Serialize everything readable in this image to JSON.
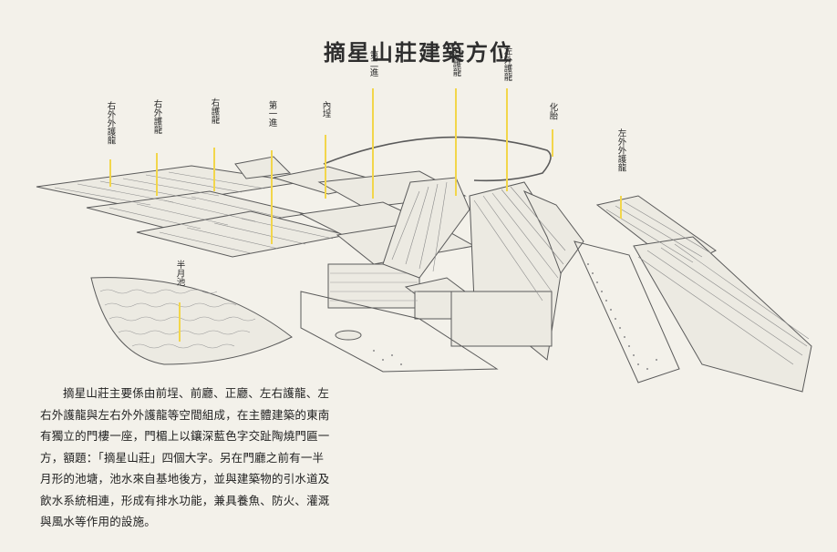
{
  "title": "摘星山莊建築方位",
  "labels": [
    {
      "id": "right-outer-guard-dragon",
      "text": "右外外護龍"
    },
    {
      "id": "right-outer-guard-dragon-2",
      "text": "右外護龍"
    },
    {
      "id": "right-guard-dragon",
      "text": "右護龍"
    },
    {
      "id": "first-courtyard",
      "text": "第一進"
    },
    {
      "id": "inner-courtyard",
      "text": "內埕"
    },
    {
      "id": "second-courtyard",
      "text": "第二進"
    },
    {
      "id": "left-guard-dragon",
      "text": "左護龍"
    },
    {
      "id": "left-outer-guard-dragon",
      "text": "左外護龍"
    },
    {
      "id": "septic-tank",
      "text": "化胎"
    },
    {
      "id": "left-outer-outer-guard-dragon",
      "text": "左外外護龍"
    },
    {
      "id": "half-moon-pond",
      "text": "半月池"
    }
  ],
  "description": "摘星山莊主要係由前埕、前廳、正廳、左右護龍、左右外護龍與左右外外護龍等空間組成，在主體建築的東南有獨立的門樓一座，門楣上以鑲深藍色字交趾陶燒門匾一方，額題：「摘星山莊」四個大字。另在門廳之前有一半月形的池塘，池水來自基地後方，並與建築物的引水道及飲水系統相連，形成有排水功能，兼具養魚、防火、灌溉與風水等作用的設施。",
  "colors": {
    "background": "#f3f1ea",
    "line": "#5a5a5a",
    "marker": "#f2d64b",
    "text": "#2a2a2a"
  }
}
